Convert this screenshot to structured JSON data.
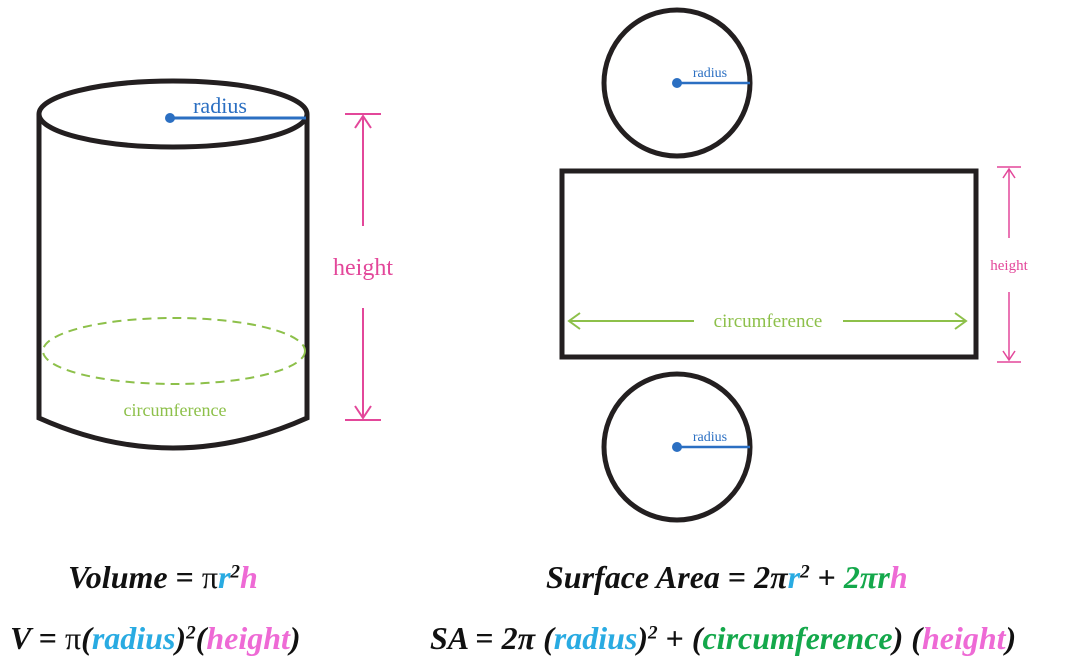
{
  "colors": {
    "outline": "#231f20",
    "radius": "#2b6fc2",
    "height": "#e3479a",
    "circumference": "#8dc04a",
    "formula_radius": "#29abe2",
    "formula_height": "#ee6ad5",
    "formula_circumference": "#14a84b"
  },
  "cylinder": {
    "radius_label": "radius",
    "height_label": "height",
    "circumference_label": "circumference"
  },
  "net": {
    "top_radius_label": "radius",
    "bottom_radius_label": "radius",
    "height_label": "height",
    "circumference_label": "circumference"
  },
  "volume": {
    "line1": {
      "word": "Volume",
      "eq": "=",
      "pi": "π",
      "r": "r",
      "exp": "2",
      "h": "h"
    },
    "line2": {
      "v": "V",
      "eq": "=",
      "pi": "π",
      "open": "(",
      "radius": "radius",
      "close": ")",
      "exp": "2",
      "open2": "(",
      "height": "height",
      "close2": ")"
    }
  },
  "surface_area": {
    "line1": {
      "word": "Surface Area",
      "eq": "=",
      "two_pi": "2π",
      "r": "r",
      "exp": "2",
      "plus": "+",
      "two_pi_r": "2πr",
      "h": "h"
    },
    "line2": {
      "sa": "SA",
      "eq": "=",
      "two_pi": "2π",
      "open": "(",
      "radius": "radius",
      "close": ")",
      "exp": "2",
      "plus": "+",
      "open2": "(",
      "circumference": "circumference",
      "close2": ")",
      "open3": "(",
      "height": "height",
      "close3": ")"
    }
  }
}
